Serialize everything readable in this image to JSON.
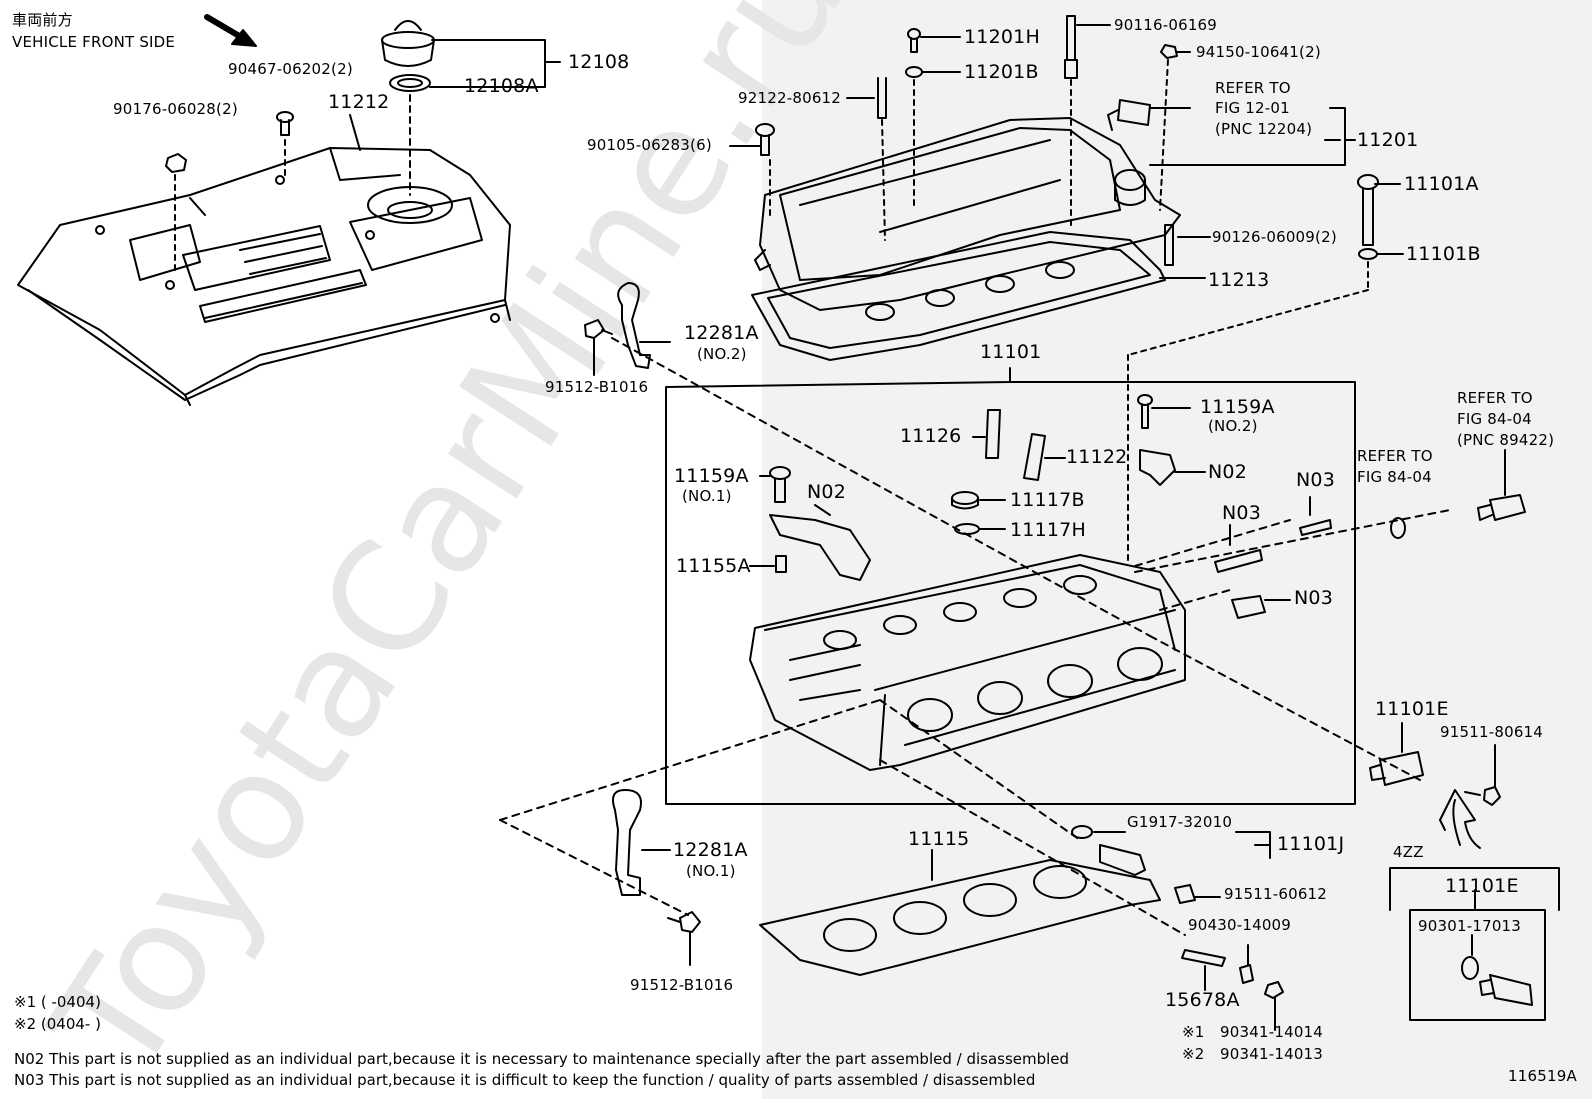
{
  "header": {
    "direction_jp": "車両前方",
    "direction_en": "VEHICLE FRONT SIDE"
  },
  "watermark": "ToyotaCarMine.ru",
  "parts": {
    "p12108": "12108",
    "p12108A": "12108A",
    "p90467": "90467-06202(2)",
    "p11212": "11212",
    "p90176": "90176-06028(2)",
    "p11201H": "11201H",
    "p11201B": "11201B",
    "p90116": "90116-06169",
    "p94150": "94150-10641(2)",
    "p92122": "92122-80612",
    "p90105": "90105-06283(6)",
    "p11201": "11201",
    "p11101A": "11101A",
    "p90126": "90126-06009(2)",
    "p11101B": "11101B",
    "p11213": "11213",
    "p12281A_top": "12281A",
    "p12281A_top_sub": "(NO.2)",
    "p91512_top": "91512-B1016",
    "p11101": "11101",
    "p11159A_top": "11159A",
    "p11159A_top_sub": "(NO.2)",
    "p11126": "11126",
    "p11122": "11122",
    "p11159A_left": "11159A",
    "p11159A_left_sub": "(NO.1)",
    "pN02_a": "N02",
    "pN02_b": "N02",
    "p11117B": "11117B",
    "p11117H": "11117H",
    "pN03_a": "N03",
    "pN03_b": "N03",
    "pN03_c": "N03",
    "p11155A": "11155A",
    "p11101E": "11101E",
    "p91511_80614": "91511-80614",
    "pG1917": "G1917-32010",
    "p11101J": "11101J",
    "p12281A_bot": "12281A",
    "p12281A_bot_sub": "(NO.1)",
    "p11115": "11115",
    "p91511_60612": "91511-60612",
    "p90430": "90430-14009",
    "p91512_bot": "91512-B1016",
    "p15678A": "15678A",
    "p90341_a": "90341-14014",
    "p90341_b": "90341-14013",
    "p4ZZ": "4ZZ",
    "p11101E_box": "11101E",
    "p90301": "90301-17013"
  },
  "mark_1": "※1",
  "mark_2": "※2",
  "refs": {
    "fig12_l1": "REFER TO",
    "fig12_l2": "FIG 12-01",
    "fig12_l3": "(PNC 12204)",
    "fig84a_l1": "REFER TO",
    "fig84a_l2": "FIG 84-04",
    "fig84a_l3": "(PNC 89422)",
    "fig84b_l1": "REFER TO",
    "fig84b_l2": "FIG 84-04"
  },
  "footnotes": {
    "range1": "※1 (      -0404)",
    "range2": "※2 (0404-      )",
    "n02": "N02 This part is not supplied as an individual part,because it is necessary to maintenance specially after the part assembled / disassembled",
    "n03": "N03 This part is not supplied as an individual part,because it is difficult to keep the function / quality of parts assembled / disassembled"
  },
  "figure_id": "116519A"
}
